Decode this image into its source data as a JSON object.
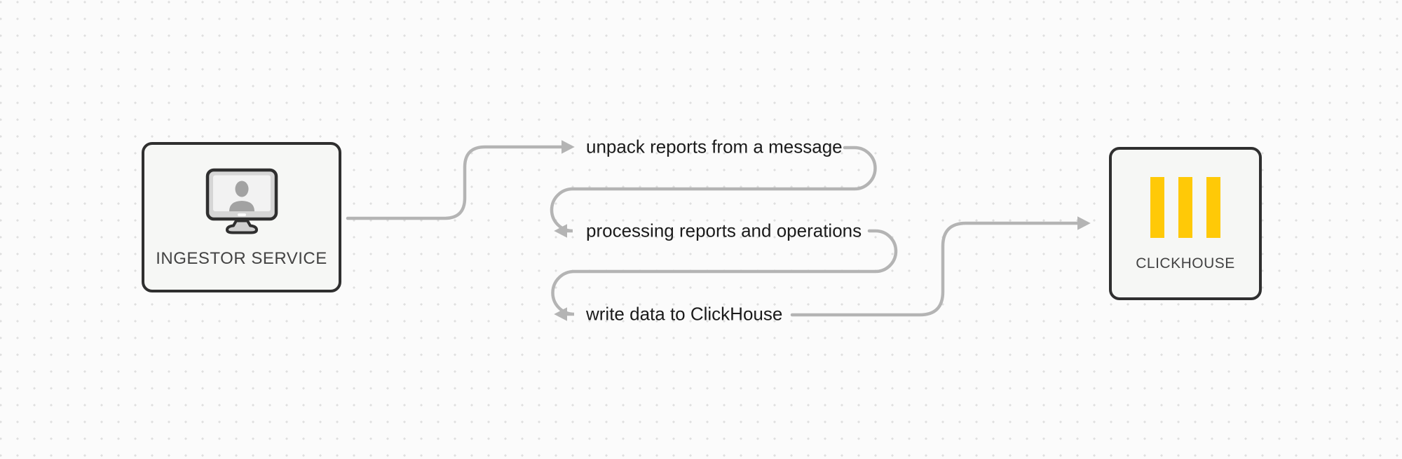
{
  "diagram": {
    "nodes": [
      {
        "id": "ingestor-service",
        "label": "INGESTOR SERVICE",
        "icon": "monitor-user-icon"
      },
      {
        "id": "clickhouse",
        "label": "CLICKHOUSE",
        "icon": "clickhouse-logo-icon"
      }
    ],
    "steps": [
      {
        "label": "unpack reports from a message"
      },
      {
        "label": "processing reports and operations"
      },
      {
        "label": "write data to ClickHouse"
      }
    ],
    "flow": "ingestor-service -> unpack reports from a message -> processing reports and operations -> write data to ClickHouse -> clickhouse"
  },
  "colors": {
    "bg": "#fbfbfb",
    "dot": "#dfdfdf",
    "connector": "#b4b4b4",
    "node_border": "#2f2f2f",
    "node_bg": "#f6f7f5",
    "node_label": "#434343",
    "step_label": "#1b1b1b",
    "logo_yellow": "#FFC907"
  }
}
